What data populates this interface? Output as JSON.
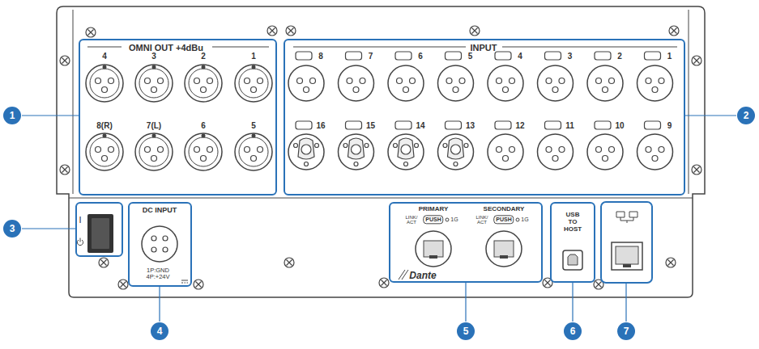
{
  "diagram": {
    "nodes": [
      {
        "text": [
          "OMNI OUT +4dBu"
        ]
      },
      {
        "text": [
          "INPUT"
        ]
      },
      {
        "text": [
          "I"
        ]
      },
      {
        "text": [
          "DC INPUT",
          "1P:GND 4P:+24V"
        ]
      },
      {
        "text": [
          "PRIMARY",
          "SECONDARY"
        ]
      },
      {
        "text": [
          "USB TO HOST"
        ]
      }
    ],
    "labels": [
      "1",
      "2",
      "3",
      "4",
      "5",
      "6",
      "7",
      "4",
      "3",
      "2",
      "1",
      "8(R)",
      "7(L)",
      "6",
      "5",
      "8",
      "7",
      "6",
      "5",
      "4",
      "3",
      "2",
      "1",
      "16",
      "15",
      "14",
      "13",
      "12",
      "11",
      "10",
      "9",
      "LINK/ ACT",
      "PUSH",
      "1G",
      "LINK/ ACT",
      "PUSH",
      "1G",
      "Dante"
    ]
  }
}
